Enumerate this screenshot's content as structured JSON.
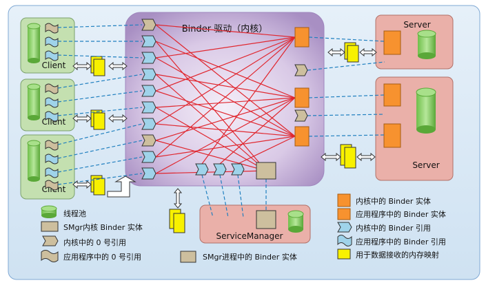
{
  "title": "Binder 驱动（内核）",
  "clients": [
    "Client",
    "Client",
    "Client"
  ],
  "servers": [
    "Server",
    "Server"
  ],
  "service_manager": "ServiceManager",
  "legend_left": [
    {
      "text": "线程池",
      "icon": "thread-pool-icon"
    },
    {
      "text": "SMgr内核 Binder 实体",
      "icon": "smgr-kernel-entity-icon"
    },
    {
      "text": "内核中的 0 号引用",
      "icon": "kernel-zero-ref-icon"
    },
    {
      "text": "应用程序中的 0 号引用",
      "icon": "app-zero-ref-icon"
    }
  ],
  "legend_middle": [
    {
      "text": "SMgr进程中的 Binder 实体",
      "icon": "smgr-process-entity-icon"
    }
  ],
  "legend_right": [
    {
      "text": "内核中的 Binder 实体",
      "icon": "kernel-binder-entity-icon"
    },
    {
      "text": "应用程序中的 Binder 实体",
      "icon": "app-binder-entity-icon"
    },
    {
      "text": "内核中的 Binder 引用",
      "icon": "kernel-binder-ref-icon"
    },
    {
      "text": "应用程序中的 Binder 引用",
      "icon": "app-binder-ref-icon"
    },
    {
      "text": "用于数据接收的内存映射",
      "icon": "memory-map-icon"
    }
  ],
  "colors": {
    "background": "#dcebf7",
    "kernel": "#c9b8da",
    "client_box": "#c4e0b0",
    "server_box": "#eab0a9",
    "entity": "#f7922f",
    "reference": "#9fd3ea",
    "memory_map": "#f8f100",
    "thread_pool": "#8cd166",
    "smgr_entity": "#cdbf9e",
    "red_line": "#e0262e",
    "blue_line": "#1f7fbf"
  }
}
